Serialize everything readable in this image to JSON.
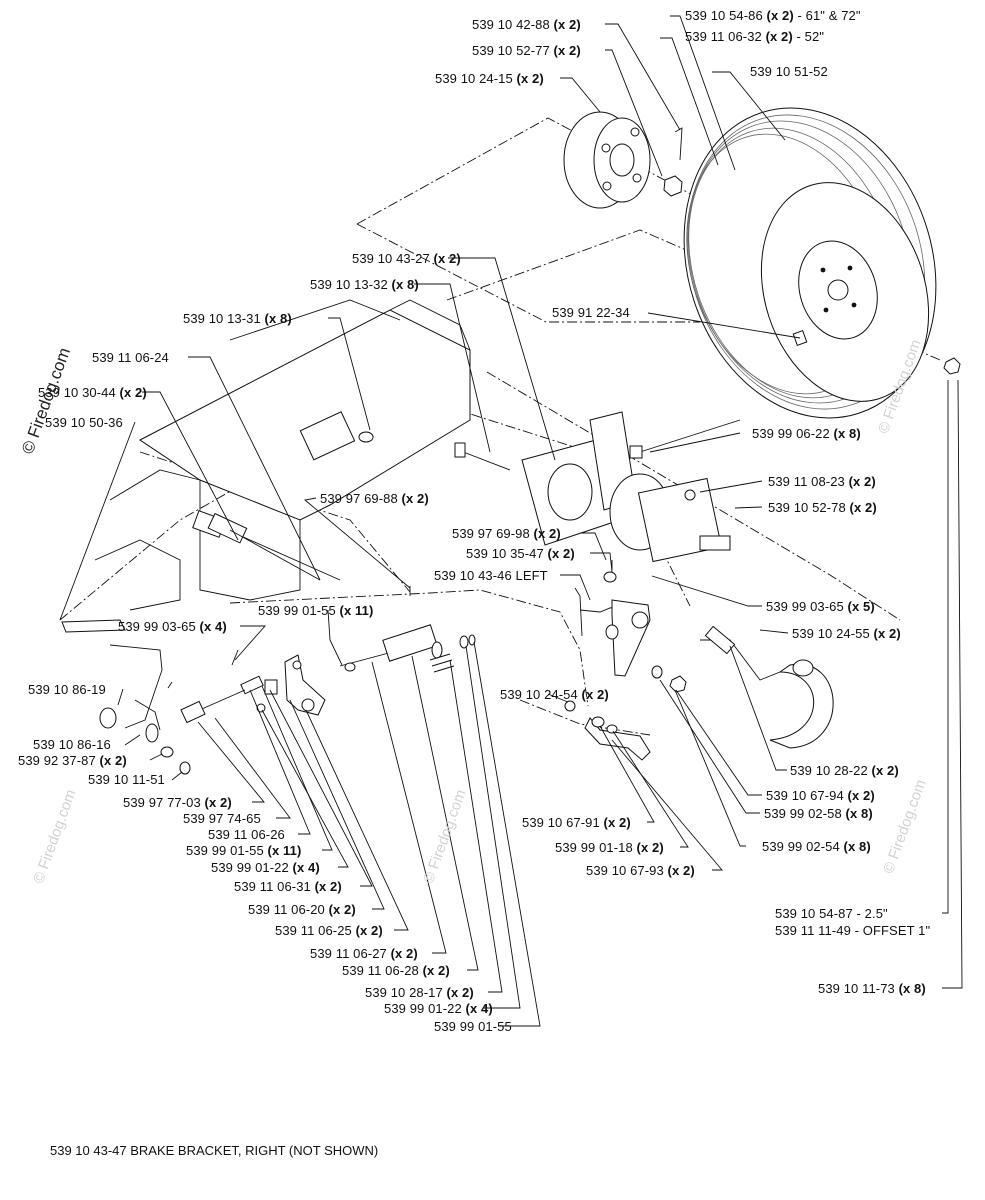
{
  "watermark": "© Firedog.com",
  "footer_note": "539 10 43-47 BRAKE BRACKET, RIGHT (NOT SHOWN)",
  "labels": [
    {
      "id": "p-539104288",
      "part": "539 10 42-88",
      "qty": "(x 2)",
      "extra": ""
    },
    {
      "id": "p-539105277",
      "part": "539 10 52-77",
      "qty": "(x 2)",
      "extra": ""
    },
    {
      "id": "p-539102415",
      "part": "539 10 24-15",
      "qty": "(x 2)",
      "extra": ""
    },
    {
      "id": "p-539105486",
      "part": "539 10 54-86",
      "qty": "(x 2)",
      "extra": " - 61\" & 72\""
    },
    {
      "id": "p-539110632",
      "part": "539 11 06-32",
      "qty": "(x 2)",
      "extra": " - 52\""
    },
    {
      "id": "p-539105152",
      "part": "539 10 51-52",
      "qty": "",
      "extra": ""
    },
    {
      "id": "p-539104327",
      "part": "539 10 43-27",
      "qty": "(x 2)",
      "extra": ""
    },
    {
      "id": "p-539101332",
      "part": "539 10 13-32",
      "qty": "(x 8)",
      "extra": ""
    },
    {
      "id": "p-539912234",
      "part": "539 91 22-34",
      "qty": "",
      "extra": ""
    },
    {
      "id": "p-539101331",
      "part": "539 10 13-31",
      "qty": "(x 8)",
      "extra": ""
    },
    {
      "id": "p-539110624",
      "part": "539 11 06-24",
      "qty": "",
      "extra": ""
    },
    {
      "id": "p-539103044",
      "part": "539 10 30-44",
      "qty": "(x 2)",
      "extra": ""
    },
    {
      "id": "p-539105036",
      "part": "539 10 50-36",
      "qty": "",
      "extra": ""
    },
    {
      "id": "p-539990622",
      "part": "539 99 06-22",
      "qty": "(x 8)",
      "extra": ""
    },
    {
      "id": "p-539110823",
      "part": "539 11 08-23",
      "qty": "(x 2)",
      "extra": ""
    },
    {
      "id": "p-539105278",
      "part": "539 10 52-78",
      "qty": "(x 2)",
      "extra": ""
    },
    {
      "id": "p-539976988",
      "part": "539 97 69-88",
      "qty": "(x 2)",
      "extra": ""
    },
    {
      "id": "p-539976998",
      "part": "539 97 69-98",
      "qty": "(x 2)",
      "extra": ""
    },
    {
      "id": "p-539103547",
      "part": "539 10 35-47",
      "qty": "(x 2)",
      "extra": ""
    },
    {
      "id": "p-539104346",
      "part": "539 10 43-46",
      "qty": "",
      "extra": " LEFT"
    },
    {
      "id": "p-539990155a",
      "part": "539 99 01-55",
      "qty": "(x 11)",
      "extra": ""
    },
    {
      "id": "p-539990365a",
      "part": "539 99 03-65",
      "qty": "(x 4)",
      "extra": ""
    },
    {
      "id": "p-539990365b",
      "part": "539 99 03-65",
      "qty": "(x 5)",
      "extra": ""
    },
    {
      "id": "p-539102455",
      "part": "539 10 24-55",
      "qty": "(x 2)",
      "extra": ""
    },
    {
      "id": "p-539108619",
      "part": "539 10 86-19",
      "qty": "",
      "extra": ""
    },
    {
      "id": "p-539102454",
      "part": "539 10 24-54",
      "qty": "(x 2)",
      "extra": ""
    },
    {
      "id": "p-539108616",
      "part": "539 10 86-16",
      "qty": "",
      "extra": ""
    },
    {
      "id": "p-539923787",
      "part": "539 92 37-87",
      "qty": "(x 2)",
      "extra": ""
    },
    {
      "id": "p-539101151",
      "part": "539 10 11-51",
      "qty": "",
      "extra": ""
    },
    {
      "id": "p-539102822",
      "part": "539 10 28-22",
      "qty": "(x 2)",
      "extra": ""
    },
    {
      "id": "p-539106794",
      "part": "539 10 67-94",
      "qty": "(x 2)",
      "extra": ""
    },
    {
      "id": "p-539990258",
      "part": "539 99 02-58",
      "qty": "(x 8)",
      "extra": ""
    },
    {
      "id": "p-539977703",
      "part": "539 97 77-03",
      "qty": "(x 2)",
      "extra": ""
    },
    {
      "id": "p-539977465",
      "part": "539 97 74-65",
      "qty": "",
      "extra": ""
    },
    {
      "id": "p-539110626",
      "part": "539 11 06-26",
      "qty": "",
      "extra": ""
    },
    {
      "id": "p-539990155b",
      "part": "539 99 01-55",
      "qty": "(x 11)",
      "extra": ""
    },
    {
      "id": "p-539106791",
      "part": "539 10 67-91",
      "qty": "(x 2)",
      "extra": ""
    },
    {
      "id": "p-539990254",
      "part": "539 99 02-54",
      "qty": "(x 8)",
      "extra": ""
    },
    {
      "id": "p-539990118",
      "part": "539 99 01-18",
      "qty": "(x 2)",
      "extra": ""
    },
    {
      "id": "p-539990122a",
      "part": "539 99 01-22",
      "qty": "(x 4)",
      "extra": ""
    },
    {
      "id": "p-539106793",
      "part": "539 10 67-93",
      "qty": "(x 2)",
      "extra": ""
    },
    {
      "id": "p-539110631",
      "part": "539 11 06-31",
      "qty": "(x 2)",
      "extra": ""
    },
    {
      "id": "p-539110620",
      "part": "539 11 06-20",
      "qty": "(x 2)",
      "extra": ""
    },
    {
      "id": "p-539105487",
      "part": "539 10 54-87",
      "qty": "",
      "extra": " - 2.5\""
    },
    {
      "id": "p-539111149",
      "part": "539 11 11-49",
      "qty": "",
      "extra": " - OFFSET 1\""
    },
    {
      "id": "p-539110625",
      "part": "539 11 06-25",
      "qty": "(x 2)",
      "extra": ""
    },
    {
      "id": "p-539110627",
      "part": "539 11 06-27",
      "qty": "(x 2)",
      "extra": ""
    },
    {
      "id": "p-539110628",
      "part": "539 11 06-28",
      "qty": "(x 2)",
      "extra": ""
    },
    {
      "id": "p-539101173",
      "part": "539 10 11-73",
      "qty": "(x 8)",
      "extra": ""
    },
    {
      "id": "p-539102817",
      "part": "539 10 28-17",
      "qty": "(x 2)",
      "extra": ""
    },
    {
      "id": "p-539990122b",
      "part": "539 99 01-22",
      "qty": "(x 4)",
      "extra": ""
    },
    {
      "id": "p-539990155c",
      "part": "539 99 01-55",
      "qty": "",
      "extra": ""
    }
  ]
}
